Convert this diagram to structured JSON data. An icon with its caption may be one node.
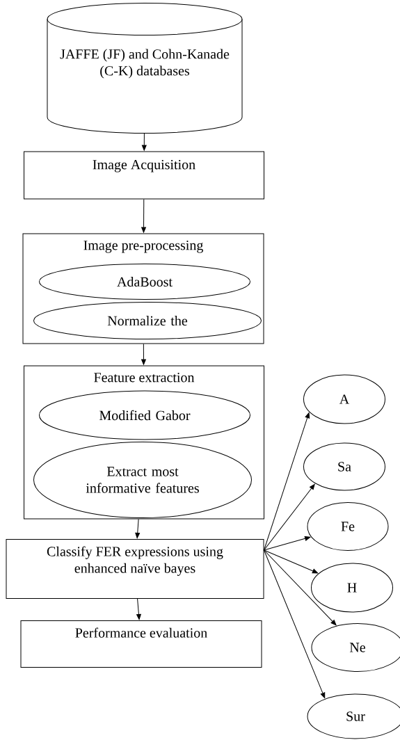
{
  "diagram": {
    "nodes": [
      {
        "text": [
          "JAFFE (JF) and Cohn-Kanade (C-K) databases"
        ]
      },
      {
        "text": [
          "Image Acquisition"
        ]
      },
      {
        "text": [
          "Image pre-processing"
        ]
      },
      {
        "text": [
          "AdaBoost"
        ],
        "in": 2
      },
      {
        "text": [
          "Normalize the"
        ],
        "in": 2
      },
      {
        "text": [
          "Feature extraction"
        ]
      },
      {
        "text": [
          "Modified Gabor"
        ],
        "in": 5
      },
      {
        "text": [
          "Extract most informative features"
        ],
        "in": 5
      },
      {
        "text": [
          "Classify FER expressions using enhanced naïve bayes"
        ]
      },
      {
        "text": [
          "Performance evaluation"
        ]
      },
      {
        "text": [
          "A"
        ]
      },
      {
        "text": [
          "Sa"
        ]
      },
      {
        "text": [
          "Fe"
        ]
      },
      {
        "text": [
          "H"
        ]
      },
      {
        "text": [
          "Ne"
        ]
      },
      {
        "text": [
          "Sur"
        ]
      }
    ],
    "edges": [
      {
        "from": 0,
        "to": 1,
        "arrow": "to"
      },
      {
        "from": 1,
        "to": 2,
        "arrow": "to"
      },
      {
        "from": 2,
        "to": 5,
        "arrow": "to"
      },
      {
        "from": 5,
        "to": 8,
        "arrow": "to"
      },
      {
        "from": 8,
        "to": 9,
        "arrow": "to"
      },
      {
        "from": 8,
        "to": 10,
        "arrow": "to"
      },
      {
        "from": 8,
        "to": 11,
        "arrow": "to"
      },
      {
        "from": 8,
        "to": 12,
        "arrow": "to"
      },
      {
        "from": 8,
        "to": 13,
        "arrow": "to"
      },
      {
        "from": 8,
        "to": 14,
        "arrow": "to"
      },
      {
        "from": 8,
        "to": 15,
        "arrow": "to"
      }
    ]
  }
}
